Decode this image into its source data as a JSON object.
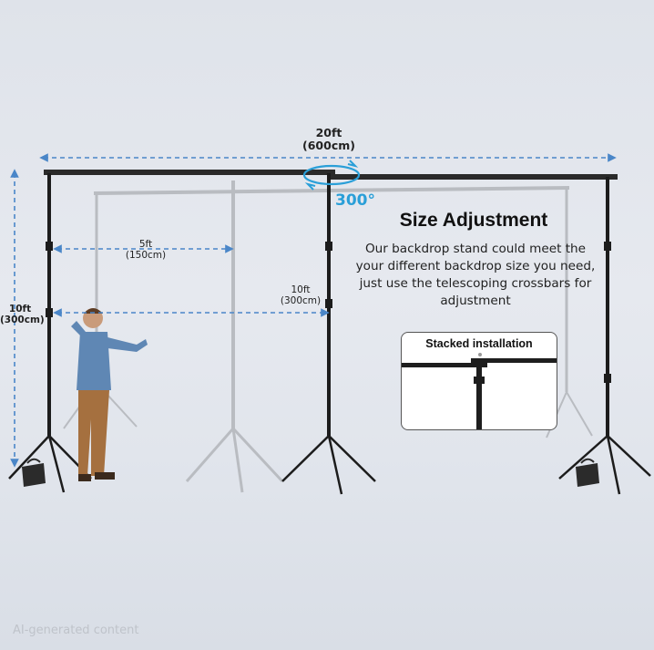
{
  "dimensions": {
    "total_width": {
      "ft": "20ft",
      "cm": "(600cm)"
    },
    "height": {
      "ft": "10ft",
      "cm": "(300cm)"
    },
    "half_span": {
      "ft": "5ft",
      "cm": "(150cm)"
    },
    "full_span": {
      "ft": "10ft",
      "cm": "(300cm)"
    },
    "rotation": "300°"
  },
  "heading": "Size Adjustment",
  "description": "Our backdrop stand could meet the your different  backdrop size you need, just use the telescoping crossbars for adjustment",
  "inset": {
    "title": "Stacked installation"
  },
  "watermark": "AI-generated content",
  "colors": {
    "dimension_lines": "#4a86c8",
    "rotation_accent": "#2a9fd8",
    "stand_dark": "#1c1c1c",
    "stand_light": "#b9bcc1"
  }
}
